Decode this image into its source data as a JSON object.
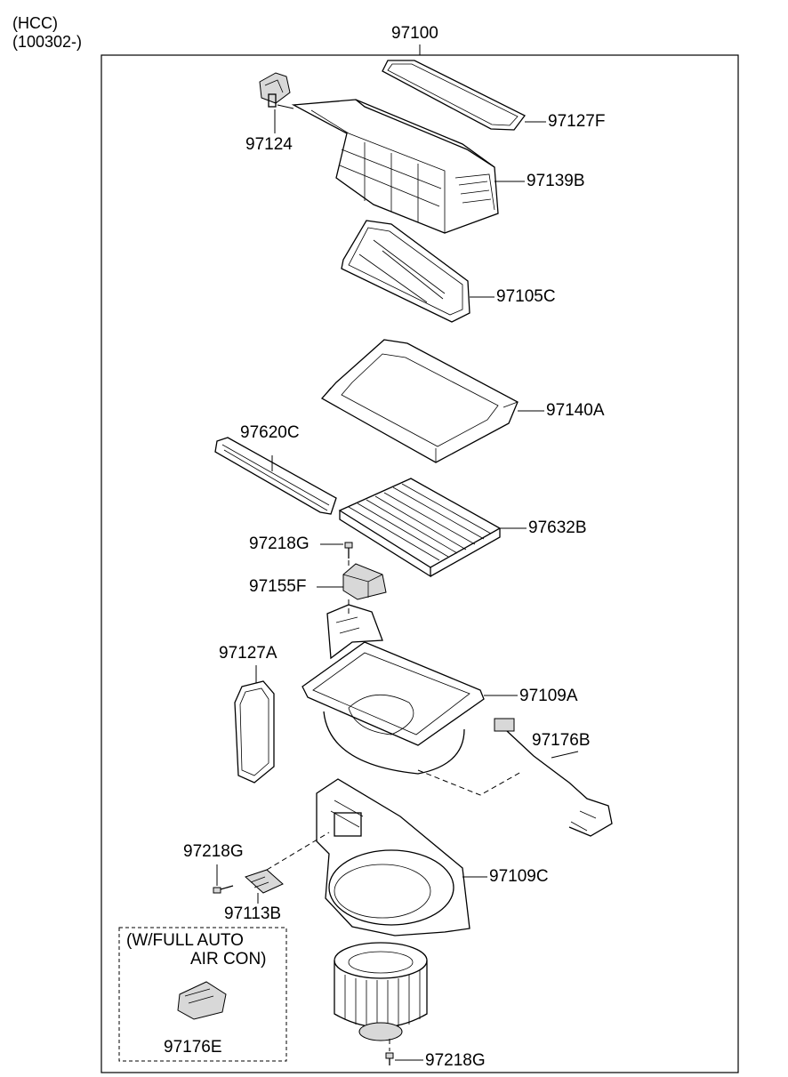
{
  "header": {
    "line1": "(HCC)",
    "line2": "(100302-)"
  },
  "assembly_label": "97100",
  "note_box": {
    "line1": "(W/FULL AUTO",
    "line2": "AIR CON)"
  },
  "parts": {
    "p97127F": "97127F",
    "p97124": "97124",
    "p97139B": "97139B",
    "p97105C": "97105C",
    "p97140A": "97140A",
    "p97620C": "97620C",
    "p97632B": "97632B",
    "p97218G_top": "97218G",
    "p97155F": "97155F",
    "p97127A": "97127A",
    "p97109A": "97109A",
    "p97176B": "97176B",
    "p97218G_mid": "97218G",
    "p97109C": "97109C",
    "p97113B": "97113B",
    "p97176E": "97176E",
    "p97218G_bottom": "97218G"
  }
}
